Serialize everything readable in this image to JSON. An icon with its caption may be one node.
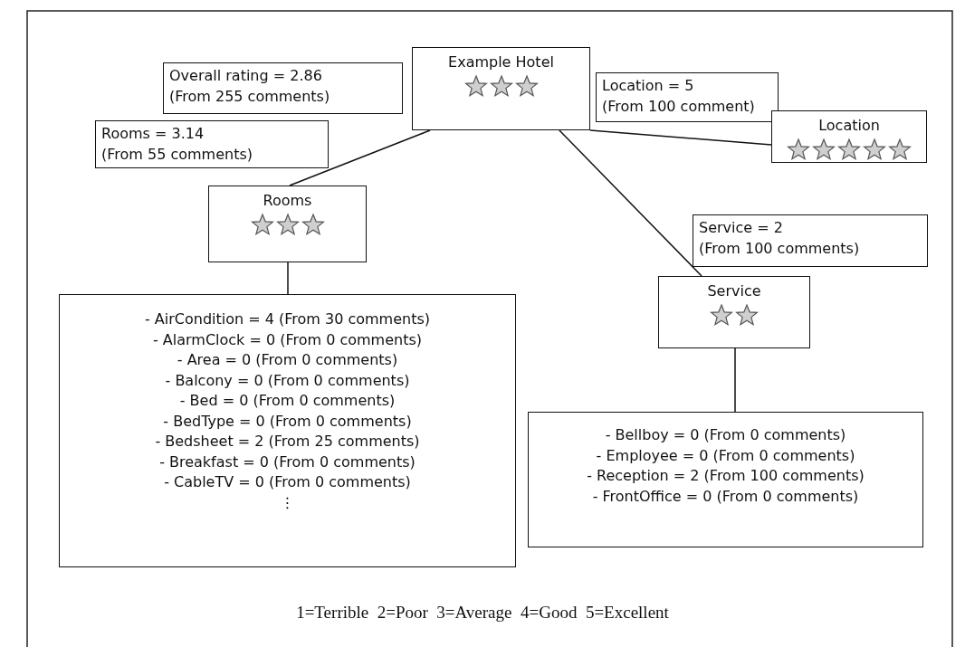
{
  "diagram": {
    "nodes": [
      {
        "text": [
          "Overall rating = 2.86 (From 255 comments)"
        ]
      },
      {
        "text": [
          "Example Hotel"
        ]
      },
      {
        "text": [
          "Location = 5 (From 100 comment)"
        ]
      },
      {
        "text": [
          "Location"
        ]
      },
      {
        "text": [
          "Rooms = 3.14 (From 55 comments)"
        ]
      },
      {
        "text": [
          "Rooms"
        ]
      },
      {
        "text": [
          "Service = 2 (From 100 comments)"
        ]
      },
      {
        "text": [
          "Service"
        ]
      },
      {
        "text": [
          "- AirCondition = 4 (From 30 comments)",
          "- AlarmClock = 0 (From 0 comments)",
          "- Area = 0 (From 0 comments)",
          "- Balcony = 0 (From 0 comments)",
          "- Bed = 0 (From 0 comments)",
          "- BedType = 0 (From 0 comments)",
          "- Bedsheet = 2 (From 25 comments)",
          "- Breakfast = 0 (From 0 comments)",
          "- CableTV = 0 (From 0 comments)",
          "⋮"
        ]
      },
      {
        "text": [
          "- Bellboy = 0 (From 0 comments)",
          "- Employee = 0 (From 0 comments)",
          "- Reception = 2 (From 100 comments)",
          "- FrontOffice = 0 (From 0 comments)"
        ]
      }
    ],
    "edges": [
      {
        "from": 1,
        "to": 3,
        "arrow": "none"
      },
      {
        "from": 1,
        "to": 5,
        "arrow": "none"
      },
      {
        "from": 1,
        "to": 7,
        "arrow": "none"
      },
      {
        "from": 5,
        "to": 8,
        "arrow": "none"
      },
      {
        "from": 7,
        "to": 9,
        "arrow": "none"
      }
    ],
    "labels": [
      "1=Terrible  2=Poor  3=Average  4=Good  5=Excellent"
    ]
  }
}
